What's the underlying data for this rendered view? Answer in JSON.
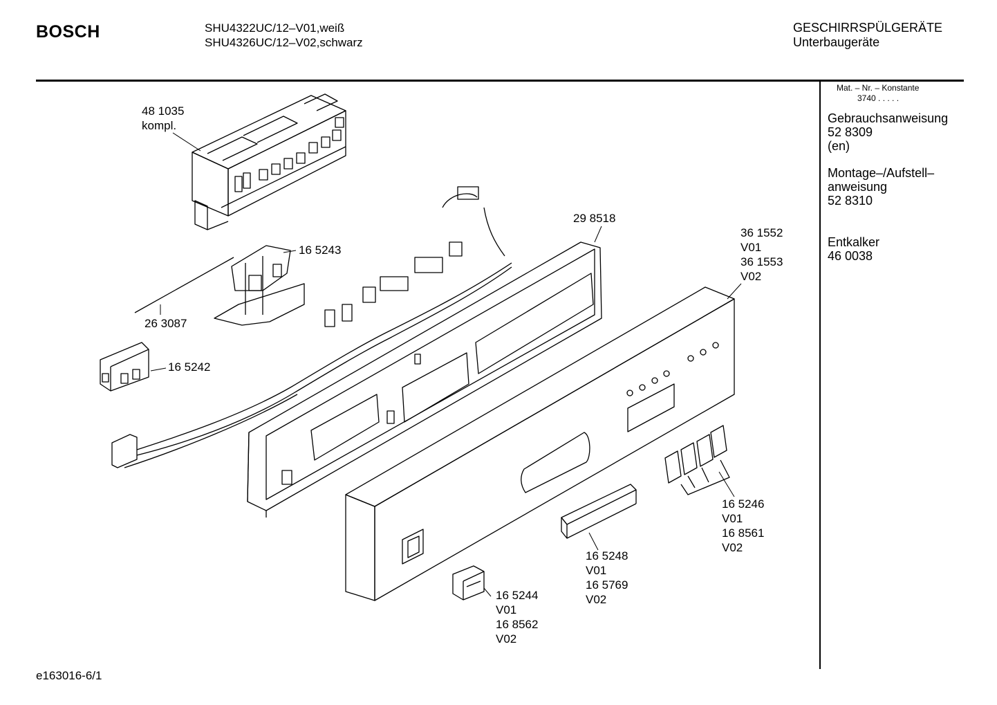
{
  "header": {
    "brand": "BOSCH",
    "model_lines": [
      "SHU4322UC/12–V01,weiß",
      "SHU4326UC/12–V02,schwarz"
    ],
    "category_lines": [
      "GESCHIRRSPÜLGERÄTE",
      "Unterbaugeräte"
    ]
  },
  "sidebar": {
    "mat_title": "Mat. – Nr. – Konstante",
    "mat_value": "3740 . . . . .",
    "blocks": [
      {
        "lines": [
          "Gebrauchsanweisung",
          "52 8309",
          "(en)"
        ]
      },
      {
        "lines": [
          "Montage–/Aufstell–",
          "anweisung",
          "52 8310"
        ]
      },
      {
        "lines": [
          "Entkalker",
          "46 0038"
        ]
      }
    ]
  },
  "parts": [
    {
      "lines": [
        "48 1035",
        "kompl."
      ]
    },
    {
      "lines": [
        "16 5243"
      ]
    },
    {
      "lines": [
        "26 3087"
      ]
    },
    {
      "lines": [
        "16 5242"
      ]
    },
    {
      "lines": [
        "29 8518"
      ]
    },
    {
      "lines": [
        "36 1552",
        "V01",
        "36 1553",
        "V02"
      ]
    },
    {
      "lines": [
        "16 5246",
        "V01",
        "16 8561",
        "V02"
      ]
    },
    {
      "lines": [
        "16 5248",
        "V01",
        "16 5769",
        "V02"
      ]
    },
    {
      "lines": [
        "16 5244",
        "V01",
        "16 8562",
        "V02"
      ]
    }
  ],
  "footer": {
    "code": "e163016-6/1"
  }
}
